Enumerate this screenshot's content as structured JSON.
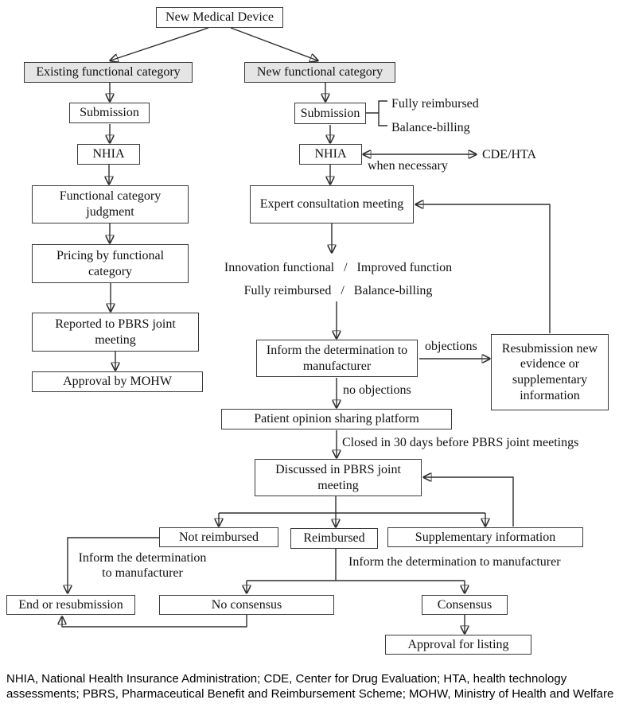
{
  "colors": {
    "box_border": "#3a3a3a",
    "shaded_box_bg": "#e5e5e5",
    "line": "#2e2e2e",
    "text": "#111111",
    "background": "#ffffff"
  },
  "nodes": {
    "new_medical_device": "New Medical Device",
    "existing_functional_category": "Existing functional category",
    "new_functional_category": "New functional category",
    "submission_left": "Submission",
    "nhia_left": "NHIA",
    "functional_category_judgment": "Functional category judgment",
    "pricing_by_functional_category": "Pricing by functional category",
    "reported_to_pbrs_joint_meeting": "Reported to PBRS joint meeting",
    "approval_by_mohw": "Approval by MOHW",
    "submission_right": "Submission",
    "nhia_right": "NHIA",
    "expert_consultation_meeting": "Expert consultation meeting",
    "inform_determination_manufacturer": "Inform the determination to manufacturer",
    "resubmission_new_evidence": "Resubmission new evidence or supplementary information",
    "patient_opinion_sharing_platform": "Patient opinion sharing platform",
    "discussed_in_pbrs_joint_meeting": "Discussed in PBRS joint meeting",
    "not_reimbursed": "Not reimbursed",
    "reimbursed": "Reimbursed",
    "supplementary_information": "Supplementary information",
    "end_or_resubmission": "End or resubmission",
    "no_consensus": "No consensus",
    "consensus": "Consensus",
    "approval_for_listing": "Approval for listing"
  },
  "labels": {
    "fully_reimbursed": "Fully reimbursed",
    "balance_billing": "Balance-billing",
    "cde_hta": "CDE/HTA",
    "when_necessary": "when necessary",
    "innovation_functional_line": "Innovation functional   /   Improved function",
    "fully_reimbursed_line": "Fully reimbursed   /   Balance-billing",
    "objections": "objections",
    "no_objections": "no objections",
    "closed_30_days": "Closed in 30 days before PBRS joint meetings",
    "inform_determination_left_line1": "Inform the determination",
    "inform_determination_left_line2": "to manufacturer",
    "inform_determination_right": "Inform the determination to manufacturer"
  },
  "footer": {
    "caption": "NHIA, National Health Insurance Administration; CDE, Center for Drug Evaluation; HTA, health technology assessments; PBRS, Pharmaceutical Benefit and Reimbursement Scheme; MOHW, Ministry of Health and Welfare"
  }
}
